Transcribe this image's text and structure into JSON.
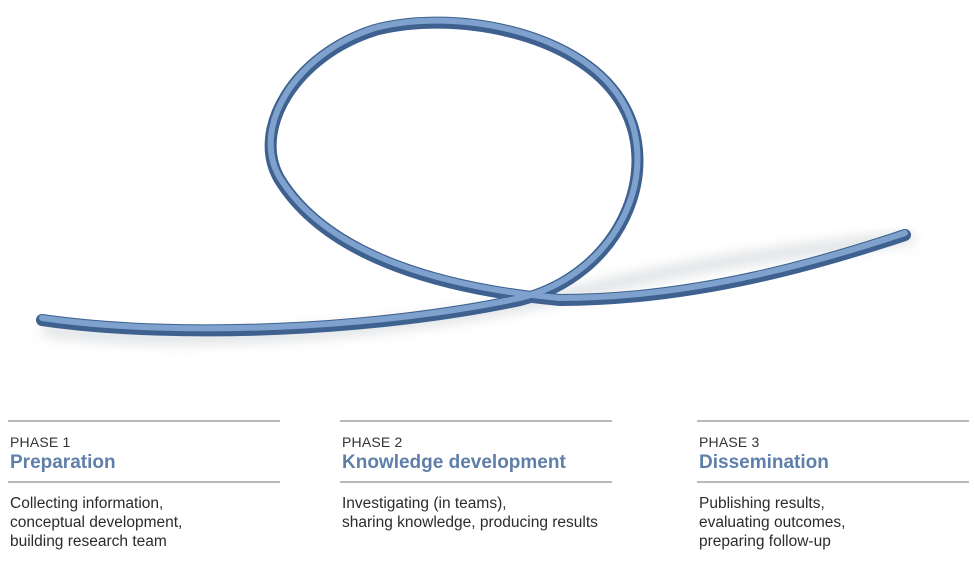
{
  "phases": [
    {
      "number": "PHASE 1",
      "title": "Preparation",
      "description": "Collecting information,\nconceptual development,\nbuilding research team"
    },
    {
      "number": "PHASE 2",
      "title": "Knowledge development",
      "description": "Investigating (in teams),\nsharing knowledge, producing results"
    },
    {
      "number": "PHASE 3",
      "title": "Dissemination",
      "description": "Publishing results,\nevaluating outcomes,\npreparing follow-up"
    }
  ],
  "colors": {
    "rope": "#5a80b0",
    "title": "#5e7fa9",
    "rule": "#b9b9b9"
  }
}
